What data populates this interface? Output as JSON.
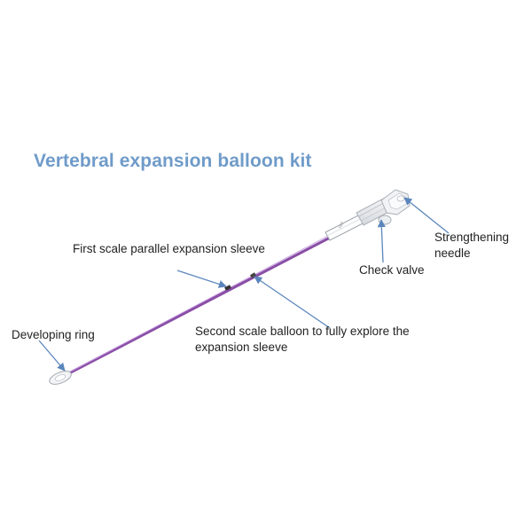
{
  "title": "Vertebral expansion balloon kit",
  "colors": {
    "title": "#6f9bc9",
    "arrow": "#5b86bd",
    "sleeve": "#8a4fa6",
    "sleeve_highlight": "#c49be0",
    "device_body": "#e3e6ea",
    "device_outline": "#a9b0b8"
  },
  "labels": {
    "first_scale": "First scale parallel expansion sleeve",
    "second_scale_line1": "Second scale balloon to fully explore the",
    "second_scale_line2": "expansion sleeve",
    "developing_ring": "Developing ring",
    "check_valve": "Check valve",
    "strengthening_line1": "Strengthening",
    "strengthening_line2": "needle"
  },
  "device_marking": "SBZ"
}
